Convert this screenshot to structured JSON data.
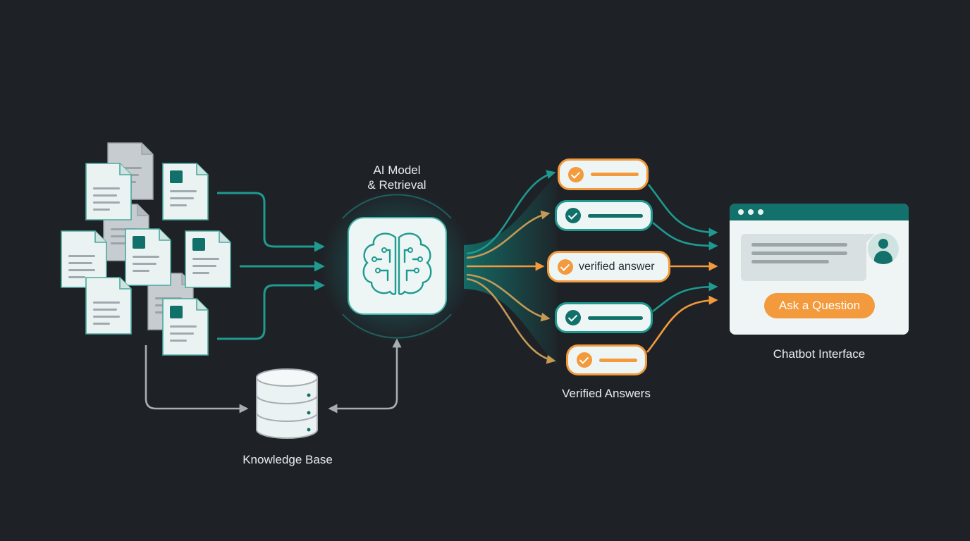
{
  "labels": {
    "model_line1": "AI Model",
    "model_line2": "& Retrieval",
    "knowledge_base": "Knowledge Base",
    "verified_answers": "Verified Answers",
    "chatbot_interface": "Chatbot Interface"
  },
  "answers": {
    "center_text": "verified answer"
  },
  "chat": {
    "button_label": "Ask a Question"
  },
  "colors": {
    "background": "#1e2227",
    "teal": "#1e9a90",
    "teal_dark": "#13716b",
    "orange": "#f39a3c",
    "gray_arrow": "#a7aeb3",
    "panel": "#eef5f4"
  },
  "icons": [
    "document-icon",
    "brain-icon",
    "database-icon",
    "check-icon",
    "user-icon"
  ]
}
